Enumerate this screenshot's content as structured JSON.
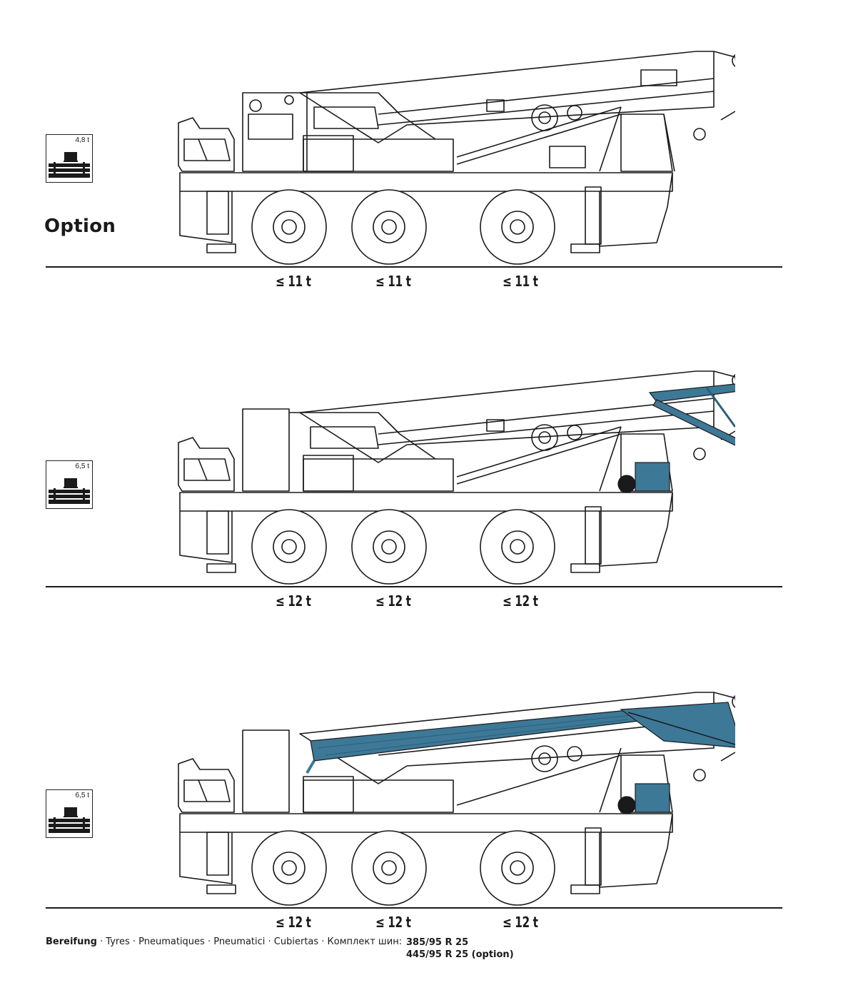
{
  "configs": [
    {
      "id": "config-1",
      "counterweight": "4,8 t",
      "label": "Option",
      "axle_loads": [
        "≤ 11 t",
        "≤ 11 t",
        "≤ 11 t"
      ],
      "boom_extension": "none"
    },
    {
      "id": "config-2",
      "counterweight": "6,5 t",
      "label": "",
      "axle_loads": [
        "≤ 12 t",
        "≤ 12 t",
        "≤ 12 t"
      ],
      "boom_extension": "folded-jib-tip"
    },
    {
      "id": "config-3",
      "counterweight": "6,5 t",
      "label": "",
      "axle_loads": [
        "≤ 12 t",
        "≤ 12 t",
        "≤ 12 t"
      ],
      "boom_extension": "lattice-jib-along-boom"
    }
  ],
  "footer": {
    "lead": "Bereifung",
    "rest": " · Tyres · Pneumatiques · Pneumatici · Cubiertas · Комплект шин:",
    "tyre_standard": "385/95 R 25",
    "tyre_option": "445/95 R 25 (option)"
  },
  "colors": {
    "line": "#1a1a1a",
    "accent": "#3d7897",
    "accent_dark": "#2c5f7a"
  },
  "icons": [
    "counterweight-icon",
    "crane-drawing"
  ]
}
